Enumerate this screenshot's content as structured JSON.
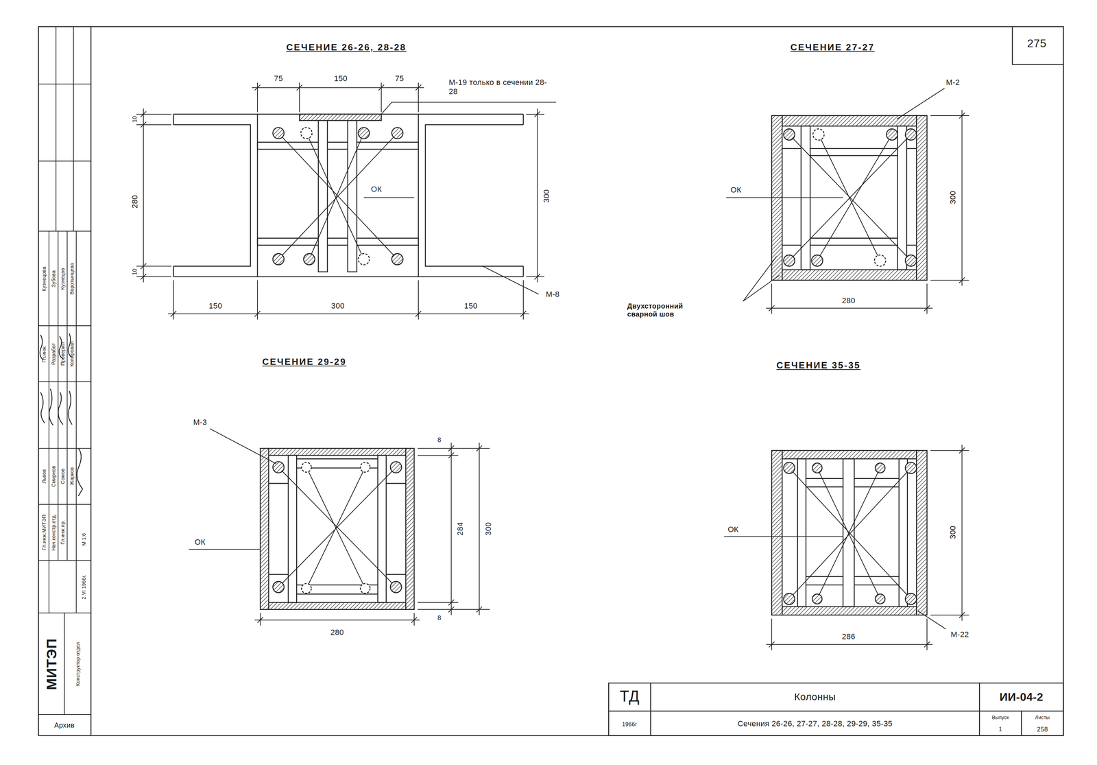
{
  "diagram": {
    "labels": [
      "275",
      "СЕЧЕНИЕ 26-26, 28-28",
      "75",
      "150",
      "75",
      "М-19 только в сечении 28-28",
      "10",
      "280",
      "10",
      "300",
      "ОК",
      "150",
      "300",
      "150",
      "М-8",
      "СЕЧЕНИЕ 27-27",
      "М-2",
      "ОК",
      "300",
      "280",
      "Двухсторонний сварной шов",
      "СЕЧЕНИЕ 29-29",
      "М-3",
      "ОК",
      "8",
      "284",
      "300",
      "8",
      "280",
      "СЕЧЕНИЕ 35-35",
      "ОК",
      "300",
      "286",
      "М-22",
      "ТД",
      "1966г",
      "Колонны",
      "Сечения 26-26, 27-27, 28-28, 29-29, 35-35",
      "ИИ-04-2",
      "Выпуск",
      "1",
      "Листы",
      "258",
      "МИТЭП",
      "Конструктор отдел",
      "Архив",
      "2.VI 1966г.",
      "М 1:6",
      "Гл.инж.МИТЭП",
      "Нач.констр.отд.",
      "Гл.инж.пр.",
      "Львов",
      "Смирнов",
      "Сомов",
      "Жарков",
      "Гл.инж.",
      "Разработ",
      "Проверил",
      "Копировал",
      "Кузнецова",
      "Зубова",
      "Кузнецов",
      "Воротынцева"
    ]
  }
}
